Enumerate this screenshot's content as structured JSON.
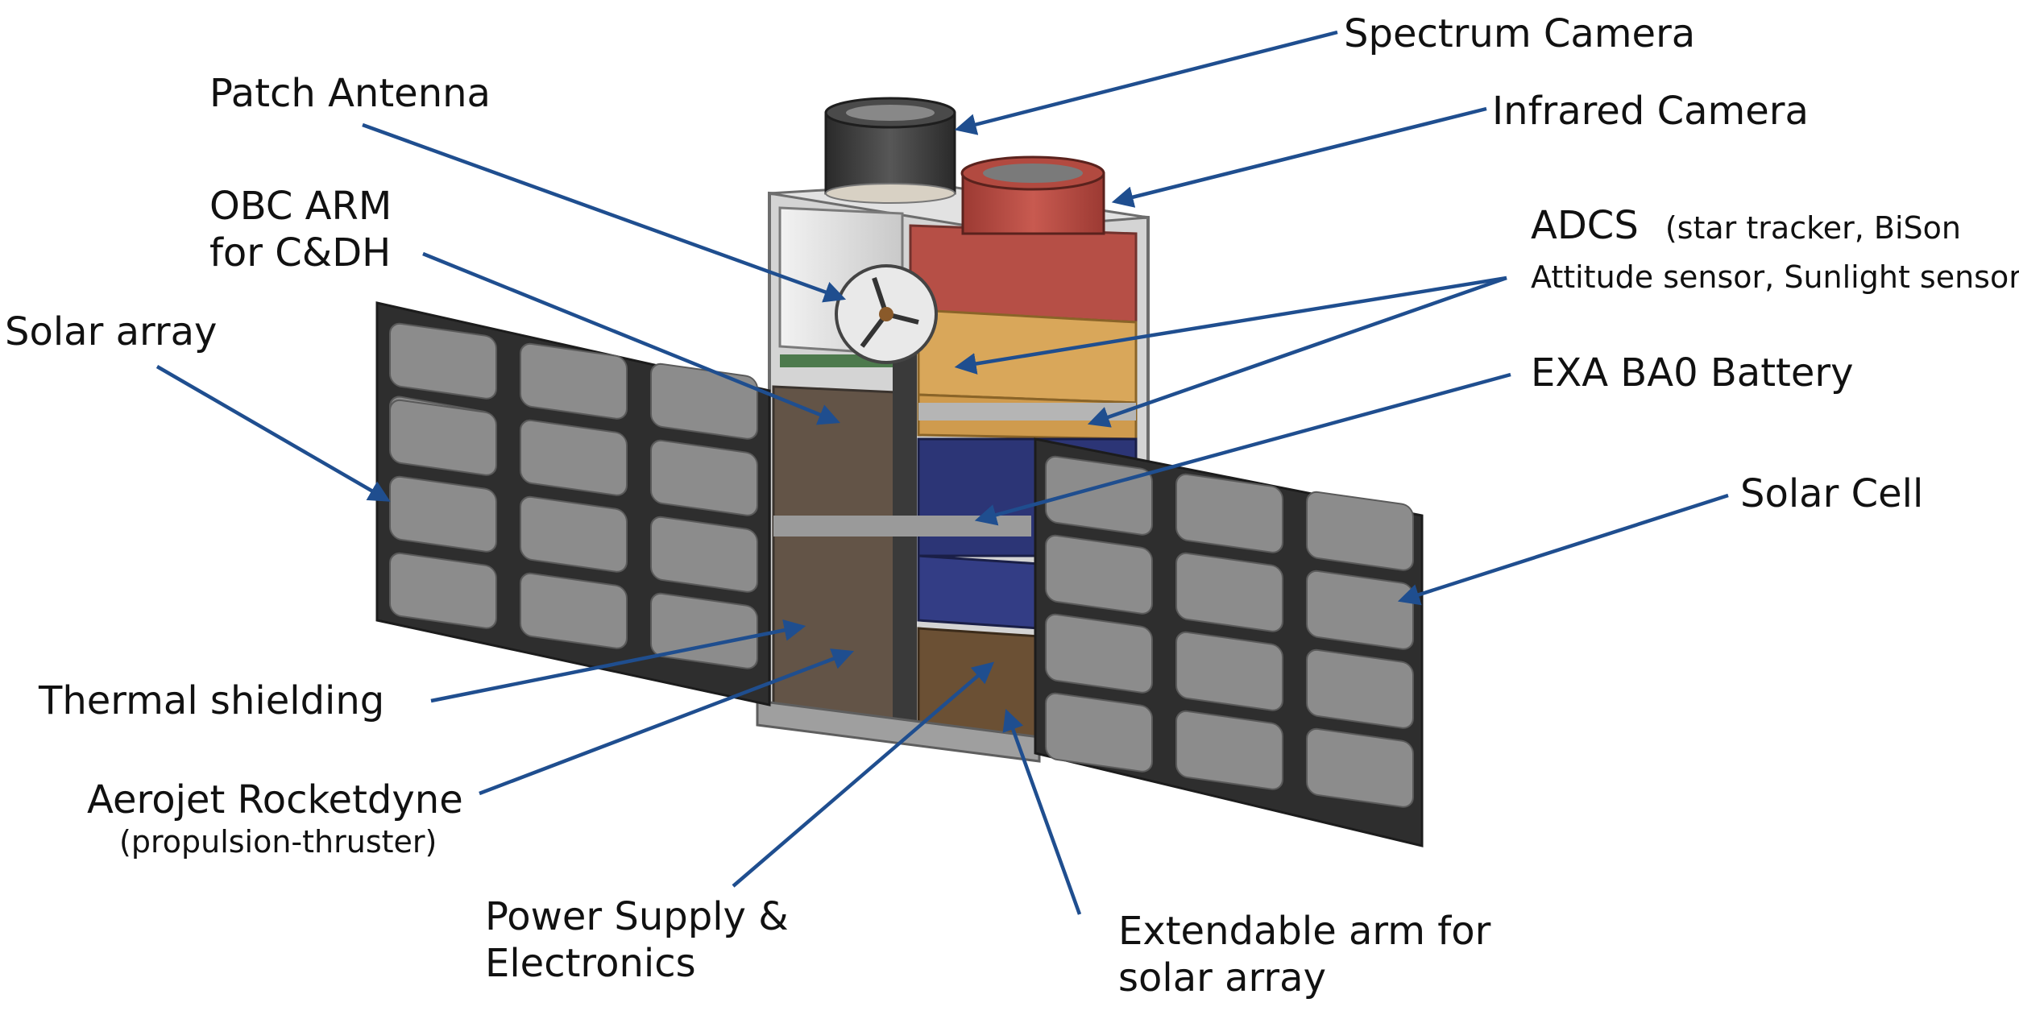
{
  "labels": {
    "spectrum_camera": "Spectrum Camera",
    "patch_antenna": "Patch Antenna",
    "infrared_camera": "Infrared Camera",
    "obc_line1": "OBC ARM",
    "obc_line2": "for C&DH",
    "adcs_title": "ADCS",
    "adcs_detail_line1": "(star tracker,  BiSon",
    "adcs_detail_line2": "Attitude sensor, Sunlight sensor)",
    "solar_array": "Solar array",
    "battery": "EXA BA0 Battery",
    "solar_cell": "Solar Cell",
    "thermal_shielding": "Thermal shielding",
    "aerojet_line1": "Aerojet Rocketdyne",
    "aerojet_line2": "(propulsion-thruster)",
    "power_line1": "Power Supply &",
    "power_line2": "Electronics",
    "arm_line1": "Extendable arm for",
    "arm_line2": "solar array"
  },
  "colors": {
    "arrow": "#1f4e8f",
    "panel_frame": "#2e2e2e",
    "solar_cell": "#8c8c8c",
    "frame_metal": "#b9b9b9",
    "spectrum_camera": "#3a3a3a",
    "infrared_camera": "#b5483f",
    "adcs_module": "#d9a75a",
    "battery_module": "#2c3576",
    "power_module": "#6b5034",
    "thermal_panel": "#5a4a3c"
  }
}
